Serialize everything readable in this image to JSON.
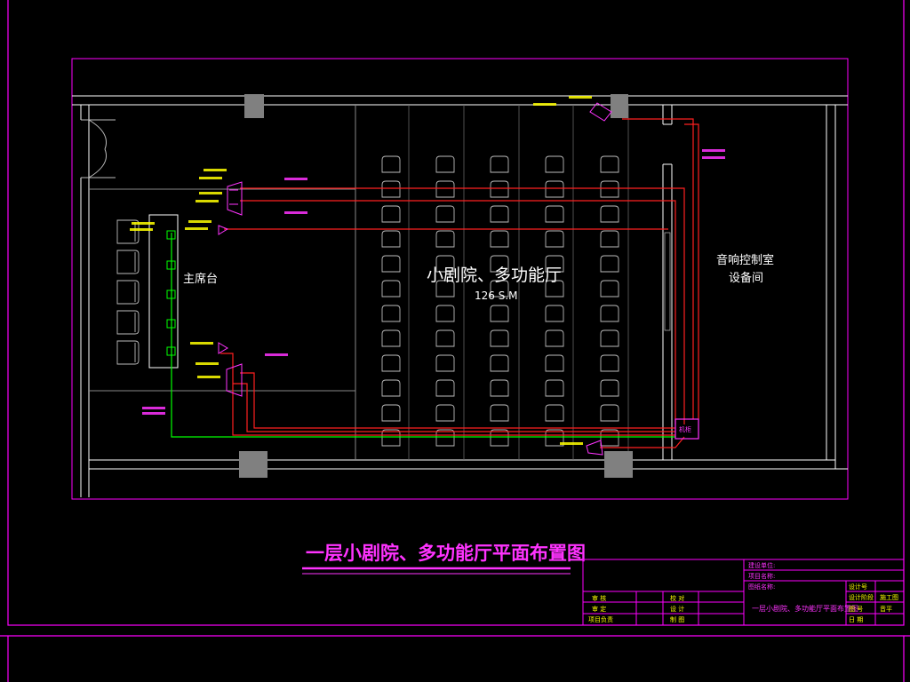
{
  "drawing": {
    "hall_name": "小剧院、多功能厅",
    "hall_area": "126 S.M",
    "rostrum_label": "主席台",
    "control_room_label_1": "音响控制室",
    "control_room_label_2": "设备间",
    "main_title": "一层小剧院、多功能厅平面布置图",
    "equipment_rack_label": "机柜"
  },
  "title_block": {
    "row1": "建设单位:",
    "row2": "项目名称:",
    "row3": "图纸名称:",
    "drawing_name": "一层小剧院、多功能厅平面布置图",
    "left_labels": [
      "审 核",
      "审 定",
      "项目负责"
    ],
    "mid_labels": [
      "校 对",
      "设 计",
      "制 图"
    ],
    "right_labels": [
      "设计号",
      "设计阶段",
      "图 号",
      "日 期"
    ],
    "right_values": [
      "",
      "施工图",
      "音平",
      ""
    ]
  },
  "colors": {
    "frame": "#ff00ff",
    "wall": "#ffffff",
    "cable_red": "#ff2020",
    "cable_green": "#00ff00",
    "annotation_yellow": "#ffff00",
    "annotation_magenta": "#ff33ff",
    "column_fill": "#808080"
  }
}
